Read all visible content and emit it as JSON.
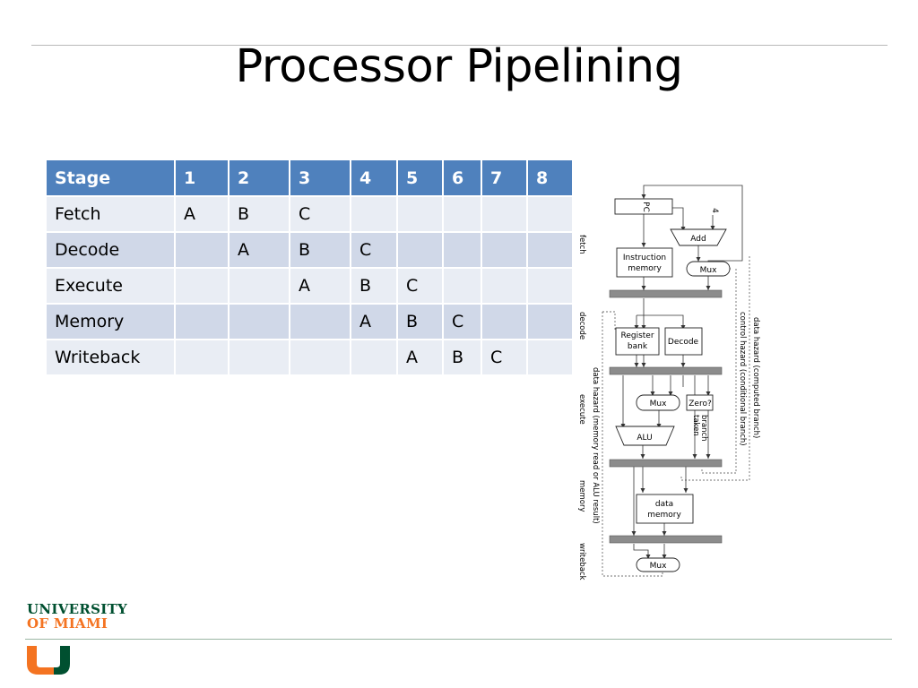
{
  "title": "Processor Pipelining",
  "table": {
    "headers": [
      "Stage",
      "1",
      "2",
      "3",
      "4",
      "5",
      "6",
      "7",
      "8"
    ],
    "rows": [
      [
        "Fetch",
        "A",
        "B",
        "C",
        "",
        "",
        "",
        "",
        ""
      ],
      [
        "Decode",
        "",
        "A",
        "B",
        "C",
        "",
        "",
        "",
        ""
      ],
      [
        "Execute",
        "",
        "",
        "A",
        "B",
        "C",
        "",
        "",
        ""
      ],
      [
        "Memory",
        "",
        "",
        "",
        "A",
        "B",
        "C",
        "",
        ""
      ],
      [
        "Writeback",
        "",
        "",
        "",
        "",
        "A",
        "B",
        "C",
        ""
      ]
    ]
  },
  "diagram": {
    "pc": "PC",
    "four": "4",
    "add": "Add",
    "instruction_memory": [
      "Instruction",
      "memory"
    ],
    "mux": "Mux",
    "register_bank": [
      "Register",
      "bank"
    ],
    "decode": "Decode",
    "zero": "Zero?",
    "alu": "ALU",
    "branch_taken": [
      "branch",
      "taken"
    ],
    "data_memory": [
      "data",
      "memory"
    ],
    "stage_labels": [
      "fetch",
      "decode",
      "execute",
      "memory",
      "writeback"
    ],
    "hazard_computed": "data hazard (computed branch)",
    "hazard_control": "control hazard (conditional branch)",
    "hazard_memory": "data hazard (memory read or ALU result)"
  },
  "logo": {
    "line1": "UNIVERSITY",
    "line2": "OF MIAMI"
  },
  "colors": {
    "header_blue": "#4f81bd",
    "row_light": "#e9edf4",
    "row_dark": "#d0d8e8",
    "um_green": "#005030",
    "um_orange": "#f47321"
  }
}
